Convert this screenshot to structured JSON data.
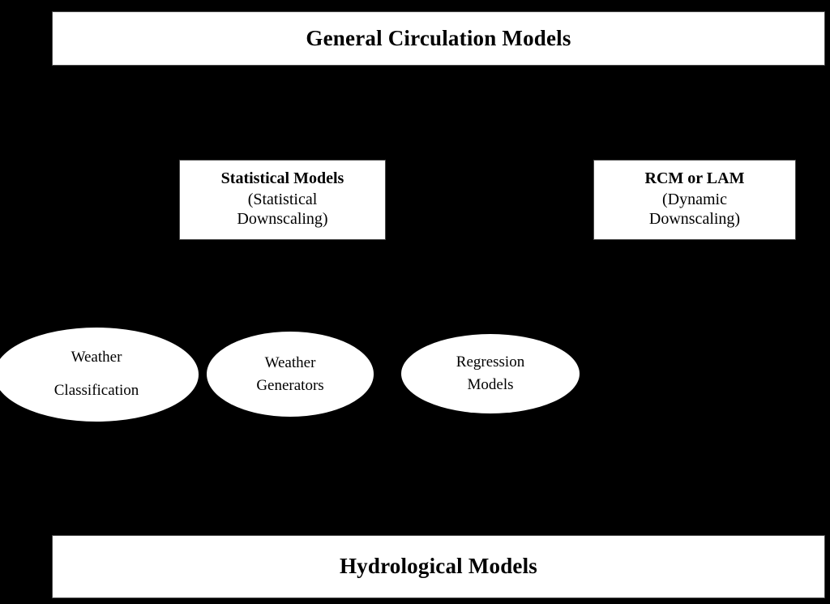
{
  "diagram": {
    "title": "General Circulation Models downscaling schematic",
    "background_color": "#000000",
    "node_fill_color": "#ffffff",
    "node_text_color": "#000000",
    "top": {
      "label": "General Circulation Models"
    },
    "middle": {
      "statistical": {
        "title": "Statistical Models",
        "subtitle_line1": "(Statistical",
        "subtitle_line2": "Downscaling)"
      },
      "dynamic": {
        "title": "RCM or LAM",
        "subtitle_line1": "(Dynamic",
        "subtitle_line2": "Downscaling)"
      }
    },
    "methods": [
      {
        "name": "weather-classification",
        "line1": "Weather",
        "line2": "Classification"
      },
      {
        "name": "weather-generators",
        "line1": "Weather",
        "line2": "Generators"
      },
      {
        "name": "regression-models",
        "line1": "Regression",
        "line2": "Models"
      }
    ],
    "bottom": {
      "label": "Hydrological Models"
    }
  }
}
